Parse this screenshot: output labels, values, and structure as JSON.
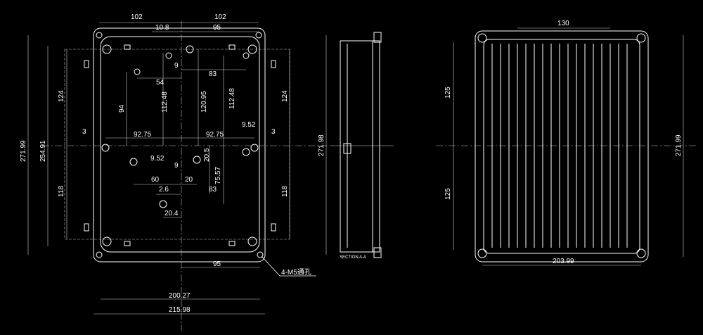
{
  "front_view": {
    "dims": {
      "top_left_102": "102",
      "top_right_102": "102",
      "top_10_8": "10.8",
      "top_95": "95",
      "left_271_99": "271.99",
      "left_254_91": "254.91",
      "left_124": "124",
      "left_118": "118",
      "right_124": "124",
      "right_118": "118",
      "right_271_98": "271.98",
      "left_3": "3",
      "right_3": "3",
      "d_9_top": "9",
      "d_54": "54",
      "d_83_top": "83",
      "d_94": "94",
      "d_112_48_a": "112.48",
      "d_120_95": "120.95",
      "d_112_48_b": "112.48",
      "d_92_75_l": "92.75",
      "d_92_75_r": "92.75",
      "d_9_52_top": "9.52",
      "d_9_52_mid": "9.52",
      "d_9_mid": "9",
      "d_20_5": "20.5",
      "d_60": "60",
      "d_20": "20",
      "d_75_57": "75.57",
      "d_83_bot": "83",
      "d_2_6": "2.6",
      "d_20_4": "20.4",
      "bottom_95": "95",
      "bottom_200_27": "200.27",
      "bottom_215_98": "215.98"
    },
    "note_label": "4-M5通孔"
  },
  "section_view": {
    "label": "SECTION A-A"
  },
  "right_view": {
    "dims": {
      "top_130": "130",
      "left_125_top": "125",
      "left_125_bot": "125",
      "right_271_99": "271.99",
      "bottom_203_99": "203.99"
    }
  }
}
